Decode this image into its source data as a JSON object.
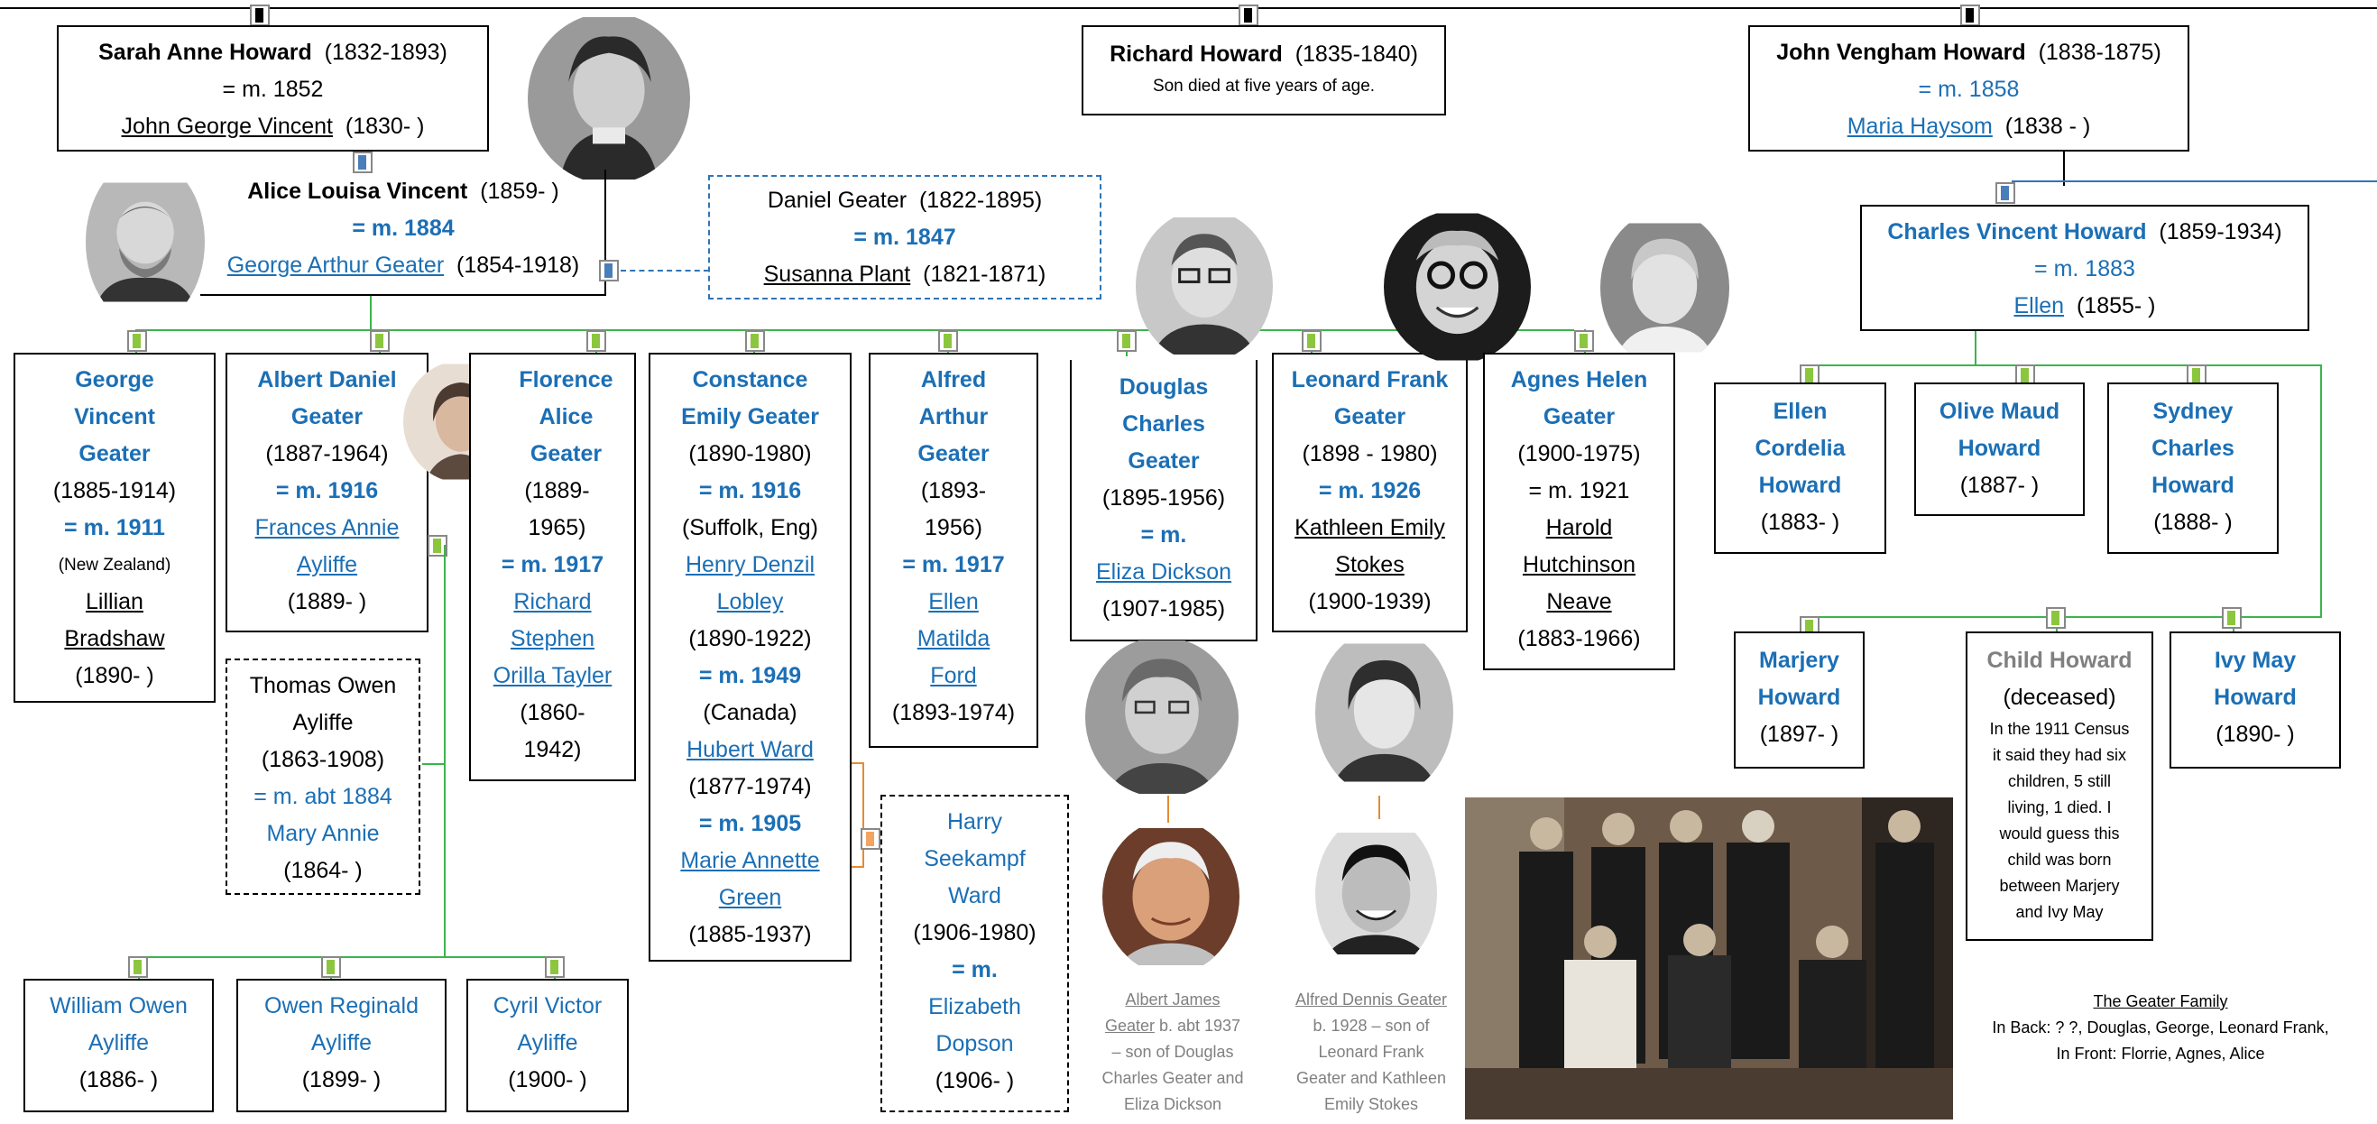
{
  "top_couples": [
    {
      "name": "Sarah Anne Howard",
      "dates": "(1832-1893)",
      "marriage": "= m. 1852",
      "spouse": "John George Vincent",
      "spouse_dates": "(1830-  )"
    },
    {
      "name": "Richard Howard",
      "dates": "(1835-1840)",
      "note": "Son died at five years of age."
    },
    {
      "name": "John Vengham Howard",
      "dates": "(1838-1875)",
      "marriage": "= m. 1858",
      "spouse": "Maria Haysom",
      "spouse_dates": "(1838 - )"
    }
  ],
  "alice": {
    "name": "Alice Louisa Vincent",
    "dates": "(1859-  )",
    "marriage": "= m. 1884",
    "spouse": "George Arthur Geater",
    "spouse_dates": "(1854-1918)"
  },
  "daniel": {
    "name": "Daniel Geater",
    "dates": "(1822-1895)",
    "marriage": "= m. 1847",
    "spouse": "Susanna Plant",
    "spouse_dates": "(1821-1871)"
  },
  "charles": {
    "name": "Charles Vincent Howard",
    "dates": "(1859-1934)",
    "marriage": "= m. 1883",
    "spouse": "Ellen",
    "spouse_dates": "(1855- )"
  },
  "george_vincent": {
    "l1": "George",
    "l2": "Vincent",
    "l3": "Geater",
    "dates": "(1885-1914)",
    "marriage": "= m. 1911",
    "place": "(New Zealand)",
    "sp1": "Lillian",
    "sp2": "Bradshaw",
    "spd": "(1890-  )"
  },
  "albert_daniel": {
    "l1": "Albert Daniel",
    "l2": "Geater",
    "dates": "(1887-1964)",
    "marriage": "= m. 1916",
    "sp1": "Frances Annie",
    "sp2": "Ayliffe",
    "spd": "(1889-  )"
  },
  "florence": {
    "l1": "Florence",
    "l2": "Alice",
    "l3": "Geater",
    "d1": "(1889-",
    "d2": "1965)",
    "marriage": "= m. 1917",
    "sp1": "Richard",
    "sp2": "Stephen",
    "sp3": "Orilla Tayler",
    "spd1": "(1860-",
    "spd2": "1942)"
  },
  "constance": {
    "l1": "Constance",
    "l2": "Emily Geater",
    "dates": "(1890-1980)",
    "m1": "= m. 1916",
    "place": "(Suffolk, Eng)",
    "sp1a": "Henry Denzil",
    "sp1b": "Lobley",
    "sp1d": "(1890-1922)",
    "m2": "= m. 1949",
    "place2": "(Canada)",
    "sp2": "Hubert Ward",
    "sp2d": "(1877-1974)",
    "m3": "= m. 1905",
    "sp3a": "Marie Annette",
    "sp3b": "Green",
    "sp3d": "(1885-1937)"
  },
  "alfred": {
    "l1": "Alfred",
    "l2": "Arthur",
    "l3": "Geater",
    "d1": "(1893-",
    "d2": "1956)",
    "marriage": "= m. 1917",
    "sp1": "Ellen",
    "sp2": "Matilda",
    "sp3": "Ford",
    "spd": "(1893-1974)"
  },
  "douglas": {
    "l1": "Douglas",
    "l2": "Charles",
    "l3": "Geater",
    "dates": "(1895-1956)",
    "marriage": "= m.",
    "sp": "Eliza Dickson",
    "spd": "(1907-1985)"
  },
  "leonard": {
    "l1": "Leonard Frank",
    "l2": "Geater",
    "dates": "(1898 - 1980)",
    "marriage": "= m. 1926",
    "sp1": "Kathleen Emily",
    "sp2": "Stokes",
    "spd": "(1900-1939)"
  },
  "agnes": {
    "l1": "Agnes Helen",
    "l2": "Geater",
    "dates": "(1900-1975)",
    "marriage": "= m. 1921",
    "sp1": "Harold",
    "sp2": "Hutchinson",
    "sp3": "Neave",
    "spd": "(1883-1966)"
  },
  "ellen_cordelia": {
    "l1": "Ellen",
    "l2": "Cordelia",
    "l3": "Howard",
    "dates": "(1883-  )"
  },
  "olive": {
    "l1": "Olive Maud",
    "l2": "Howard",
    "dates": "(1887-  )"
  },
  "sydney": {
    "l1": "Sydney",
    "l2": "Charles",
    "l3": "Howard",
    "dates": "(1888-  )"
  },
  "marjery": {
    "l1": "Marjery",
    "l2": "Howard",
    "dates": "(1897-  )"
  },
  "child": {
    "l1": "Child Howard",
    "l2": "(deceased)",
    "n1": "In the 1911 Census",
    "n2": "it said they had six",
    "n3": "children, 5 still",
    "n4": "living, 1 died.  I",
    "n5": "would guess this",
    "n6": "child was born",
    "n7": "between Marjery",
    "n8": "and Ivy May"
  },
  "ivy": {
    "l1": "Ivy May",
    "l2": "Howard",
    "dates": "(1890-  )"
  },
  "thomas": {
    "l1": "Thomas Owen",
    "l2": "Ayliffe",
    "dates": "(1863-1908)",
    "marriage": "= m. abt 1884",
    "sp": "Mary Annie",
    "spd": "(1864-  )"
  },
  "ayliffe_children": [
    {
      "name": "William Owen",
      "l2": "Ayliffe",
      "dates": "(1886-  )"
    },
    {
      "name": "Owen Reginald",
      "l2": "Ayliffe",
      "dates": "(1899-  )"
    },
    {
      "name": "Cyril Victor",
      "l2": "Ayliffe",
      "dates": "(1900-  )"
    }
  ],
  "harry": {
    "l1": "Harry",
    "l2": "Seekampf",
    "l3": "Ward",
    "dates": "(1906-1980)",
    "marriage": "= m.",
    "sp1": "Elizabeth",
    "sp2": "Dopson",
    "spd": "(1906-  )"
  },
  "captions": {
    "albert_james": {
      "a": "Albert  James",
      "b": "Geater",
      "b2": " b. abt 1937",
      "c": "– son of Douglas",
      "d": "Charles Geater and",
      "e": "Eliza Dickson"
    },
    "alfred_dennis": {
      "a": "Alfred Dennis Geater",
      "b": "b. 1928 – son of",
      "c": "Leonard Frank",
      "d": "Geater and Kathleen",
      "e": "Emily Stokes"
    }
  },
  "family_photo_caption": {
    "title": "The Geater Family",
    "back": "In Back:  ? ?, Douglas, George, Leonard Frank,",
    "front": "In Front:  Florrie, Agnes, Alice"
  },
  "colors": {
    "blue": "#1b6fb5",
    "green_line": "#3cb44b",
    "orange_line": "#e38c33",
    "grey_text": "#808080"
  }
}
